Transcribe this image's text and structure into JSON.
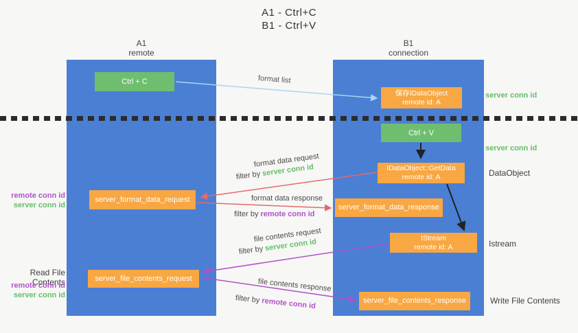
{
  "title": {
    "line1": "A1 - Ctrl+C",
    "line2": "B1 - Ctrl+V"
  },
  "columns": {
    "a1": {
      "name": "A1",
      "role": "remote"
    },
    "b1": {
      "name": "B1",
      "role": "connection"
    }
  },
  "nodes": {
    "ctrl_c": {
      "label": "Ctrl + C"
    },
    "save_dataobject": {
      "line1": "保存IDataObject",
      "line2": "remote id: A"
    },
    "ctrl_v": {
      "label": "Ctrl + V"
    },
    "getdata": {
      "line1": "IDataObject::GetData",
      "line2": "remote id: A"
    },
    "format_request": {
      "label": "server_format_data_request"
    },
    "format_response": {
      "label": "server_format_data_response"
    },
    "istream": {
      "line1": "IStream",
      "line2": "remote id: A"
    },
    "file_request": {
      "label": "server_file_contents_request"
    },
    "file_response": {
      "label": "server_file_contents_response"
    }
  },
  "arrow_labels": {
    "format_list": "format list",
    "format_data_request": "format data request",
    "format_data_response": "format data response",
    "file_contents_request": "file contents request",
    "file_contents_response": "file contents response",
    "filter_by": "filter by",
    "server_conn_id": "server conn id",
    "remote_conn_id": "remote conn id"
  },
  "side_labels": {
    "server_conn_id_top": "server conn id",
    "server_conn_id_mid": "server conn id",
    "dataobject": "DataObject",
    "istream": "Istream",
    "write_file_contents": "Write File Contents",
    "read_file_contents": "Read File Contents",
    "remote_conn_id": "remote conn id",
    "server_conn_id": "server conn id"
  },
  "colors": {
    "column_blue": "#4a7fd4",
    "green_box": "#6fbe70",
    "orange_box": "#f8a742",
    "red_arrow": "#e56a6a",
    "purple_arrow": "#b052c7",
    "green_text": "#65bd68",
    "light_blue_arrow": "#a9d5f0",
    "black_arrow": "#222222"
  }
}
